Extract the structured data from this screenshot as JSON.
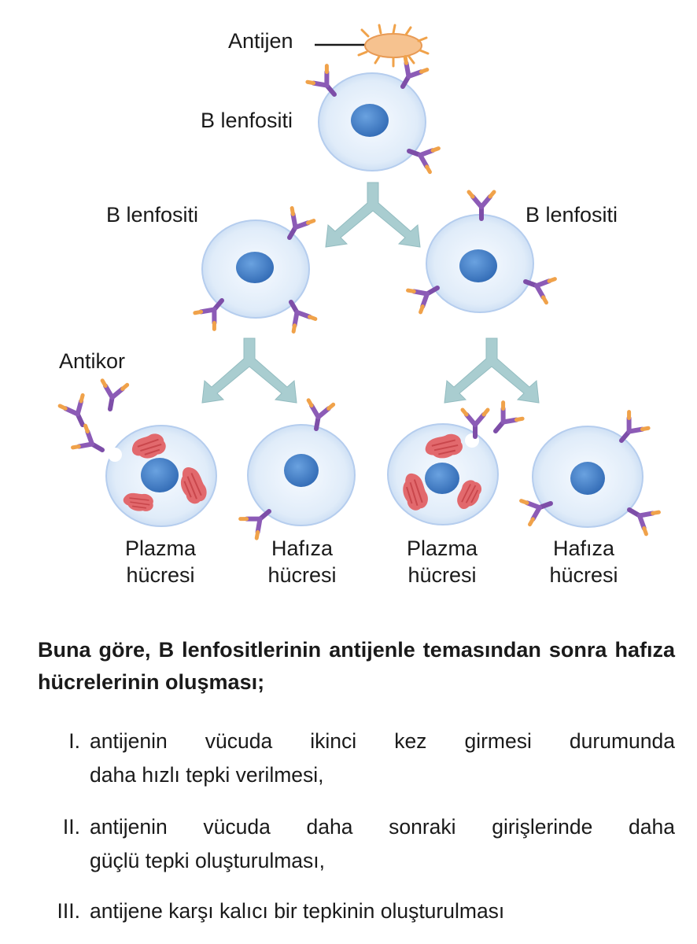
{
  "diagram": {
    "labels": {
      "antigen": "Antijen",
      "b_cell_top": "B lenfositi",
      "b_cell_left": "B lenfositi",
      "b_cell_right": "B lenfositi",
      "antibody": "Antikor",
      "plasma_1_line1": "Plazma",
      "plasma_1_line2": "hücresi",
      "memory_1_line1": "Hafıza",
      "memory_1_line2": "hücresi",
      "plasma_2_line1": "Plazma",
      "plasma_2_line2": "hücresi",
      "memory_2_line1": "Hafıza",
      "memory_2_line2": "hücresi"
    },
    "colors": {
      "cell_fill": "#dce9f8",
      "cell_edge": "#b5cdee",
      "nucleus": "#3f7fc8",
      "receptor": "#8c5bb6",
      "receptor_tip": "#f0a24a",
      "arrow": "#a9cdd0",
      "plasma_granule": "#e2696d",
      "antigen": "#f6c28f"
    }
  },
  "question": {
    "stem": "Buna göre, B lenfositlerinin antijenle temasından sonra hafıza hücrelerinin oluşması;",
    "items": [
      {
        "number": "I.",
        "line1": "antijenin vücuda ikinci kez girmesi durumunda",
        "line2": "daha hızlı tepki verilmesi,"
      },
      {
        "number": "II.",
        "line1": "antijenin vücuda daha sonraki girişlerinde daha",
        "line2": "güçlü tepki oluşturulması,"
      },
      {
        "number": "III.",
        "line1": "antijene karşı kalıcı bir tepkinin oluşturulması",
        "line2": ""
      }
    ]
  }
}
